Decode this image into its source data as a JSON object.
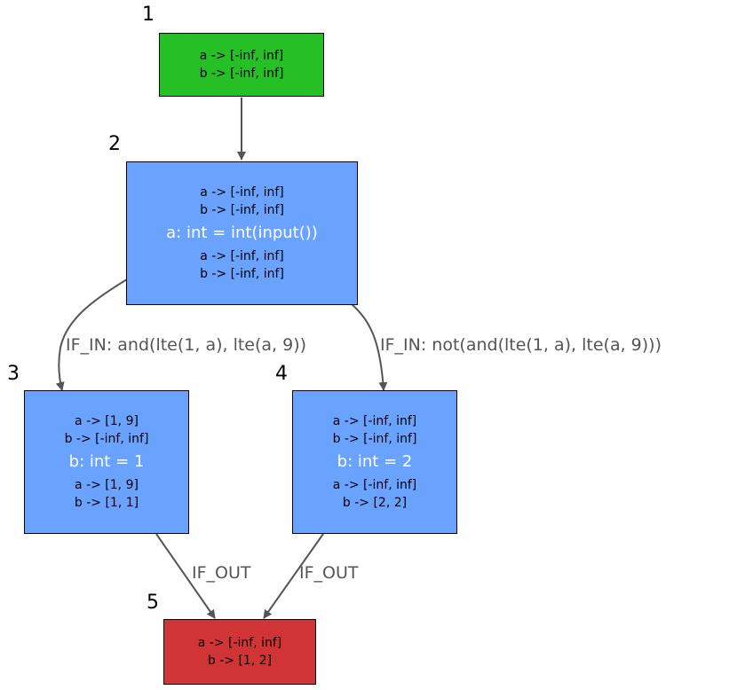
{
  "nodes": [
    {
      "id": "1",
      "color": "#26bf26",
      "state_in": [
        "a -> [-inf, inf]",
        "b -> [-inf, inf]"
      ]
    },
    {
      "id": "2",
      "color": "#6aa3ff",
      "state_in": [
        "a -> [-inf, inf]",
        "b -> [-inf, inf]"
      ],
      "stmt": "a: int = int(input())",
      "state_out": [
        "a -> [-inf, inf]",
        "b -> [-inf, inf]"
      ]
    },
    {
      "id": "3",
      "color": "#6aa3ff",
      "state_in": [
        "a -> [1, 9]",
        "b -> [-inf, inf]"
      ],
      "stmt": "b: int = 1",
      "state_out": [
        "a -> [1, 9]",
        "b -> [1, 1]"
      ]
    },
    {
      "id": "4",
      "color": "#6aa3ff",
      "state_in": [
        "a -> [-inf, inf]",
        "b -> [-inf, inf]"
      ],
      "stmt": "b: int = 2",
      "state_out": [
        "a -> [-inf, inf]",
        "b -> [2, 2]"
      ]
    },
    {
      "id": "5",
      "color": "#d03434",
      "state_in": [
        "a -> [-inf, inf]",
        "b -> [1, 2]"
      ]
    }
  ],
  "edges": [
    {
      "from": "1",
      "to": "2",
      "label": ""
    },
    {
      "from": "2",
      "to": "3",
      "label": "IF_IN: and(lte(1, a), lte(a, 9))"
    },
    {
      "from": "2",
      "to": "4",
      "label": "IF_IN: not(and(lte(1, a), lte(a, 9)))"
    },
    {
      "from": "3",
      "to": "5",
      "label": "IF_OUT"
    },
    {
      "from": "4",
      "to": "5",
      "label": "IF_OUT"
    }
  ],
  "colors": {
    "edge": "#555555",
    "border": "#000000"
  }
}
